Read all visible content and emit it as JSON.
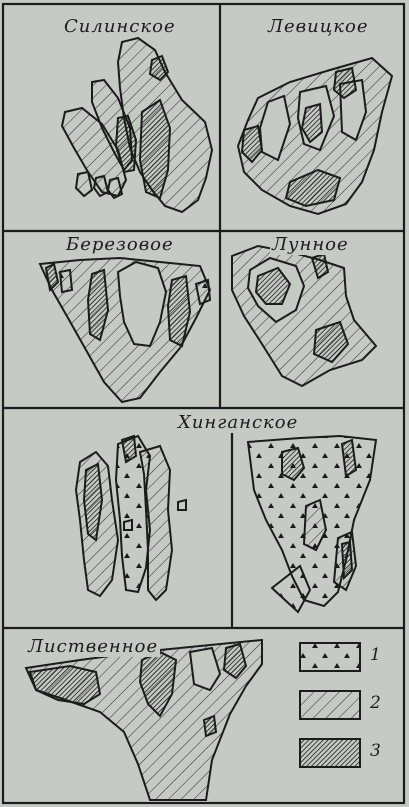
{
  "panels": {
    "silinskoe": {
      "title": "Силинское"
    },
    "levitskoe": {
      "title": "Левицкое"
    },
    "berezovoe": {
      "title": "Березовое"
    },
    "lunnoe": {
      "title": "Лунное"
    },
    "khinganskoe": {
      "title": "Хинганское"
    },
    "listvennoe": {
      "title": "Лиственное"
    }
  },
  "legend": {
    "items": [
      {
        "number": "1",
        "pattern": "triangles"
      },
      {
        "number": "2",
        "pattern": "sparse-hatch"
      },
      {
        "number": "3",
        "pattern": "dense-hatch"
      }
    ]
  },
  "colors": {
    "background": "#c6cac5",
    "ink": "#1c1c1c"
  }
}
